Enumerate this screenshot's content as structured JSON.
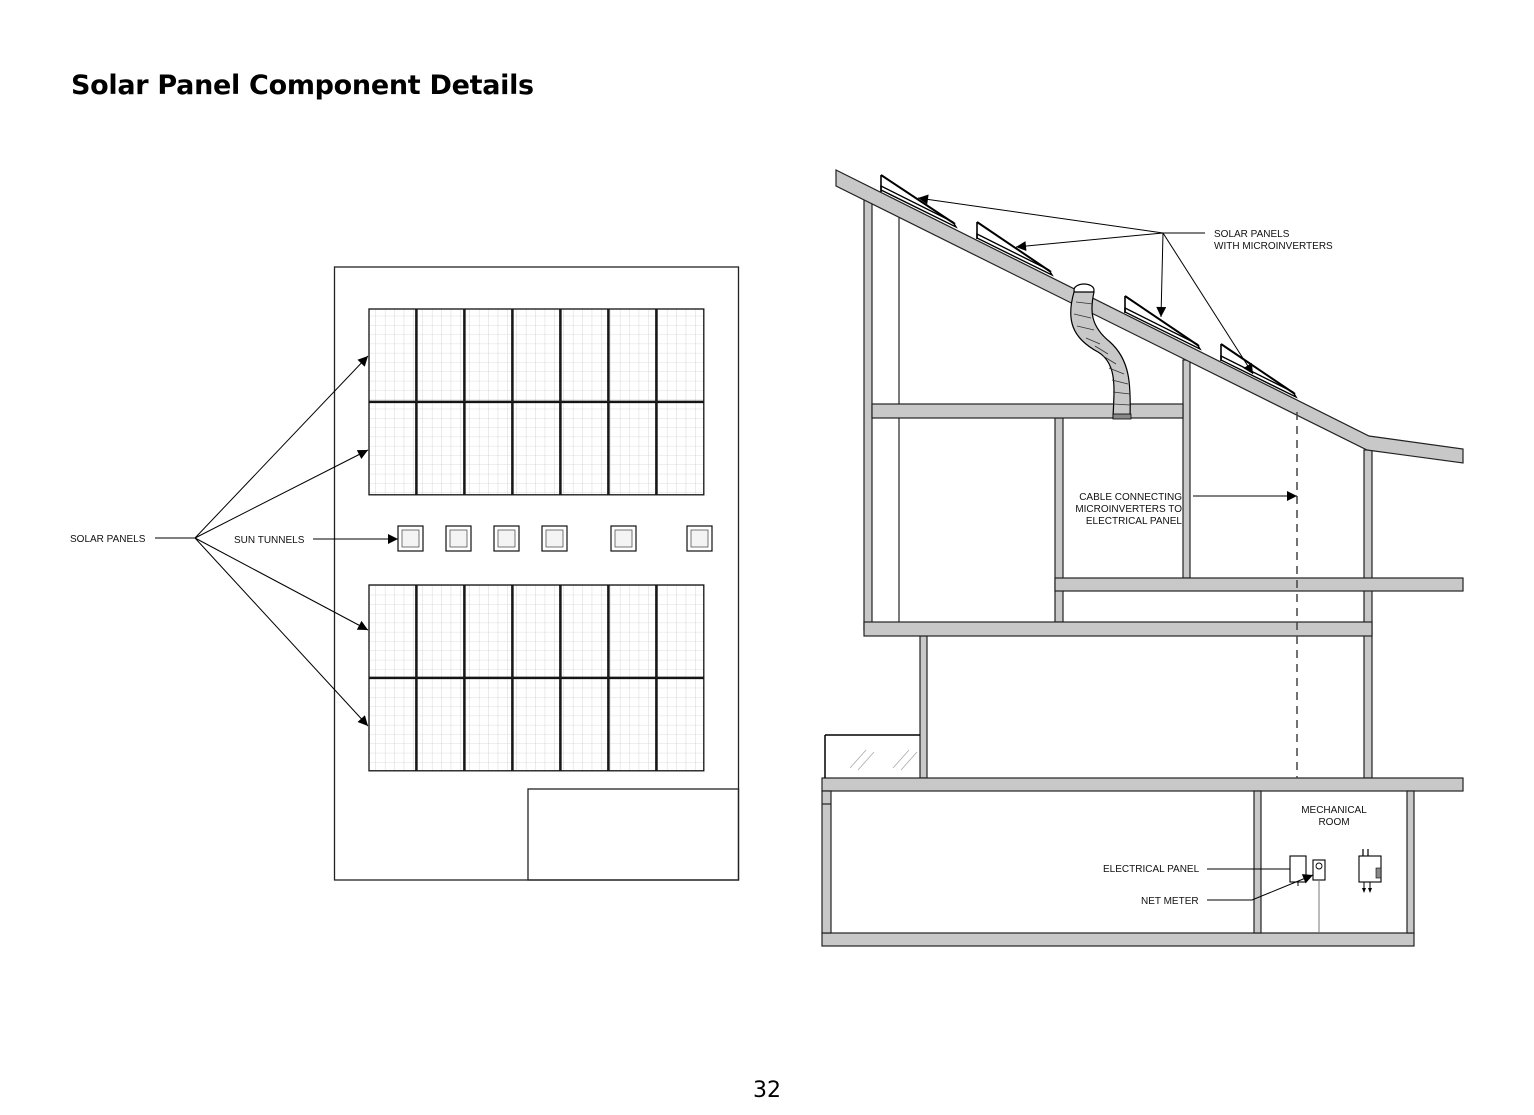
{
  "page": {
    "title": "Solar Panel Component Details",
    "number": "32"
  },
  "plan_view": {
    "labels": {
      "solar_panels": "SOLAR PANELS",
      "sun_tunnels": "SUN TUNNELS"
    },
    "panel_columns": 7,
    "panel_rows_per_array": 2,
    "arrays": 2,
    "sun_tunnel_count": 6
  },
  "section_view": {
    "labels": {
      "solar_panels_line1": "SOLAR PANELS",
      "solar_panels_line2": "WITH MICROINVERTERS",
      "cable_line1": "CABLE CONNECTING",
      "cable_line2": "MICROINVERTERS TO",
      "cable_line3": "ELECTRICAL PANEL",
      "mechanical_line1": "MECHANICAL",
      "mechanical_line2": "ROOM",
      "electrical_panel": "ELECTRICAL PANEL",
      "net_meter": "NET METER"
    }
  }
}
